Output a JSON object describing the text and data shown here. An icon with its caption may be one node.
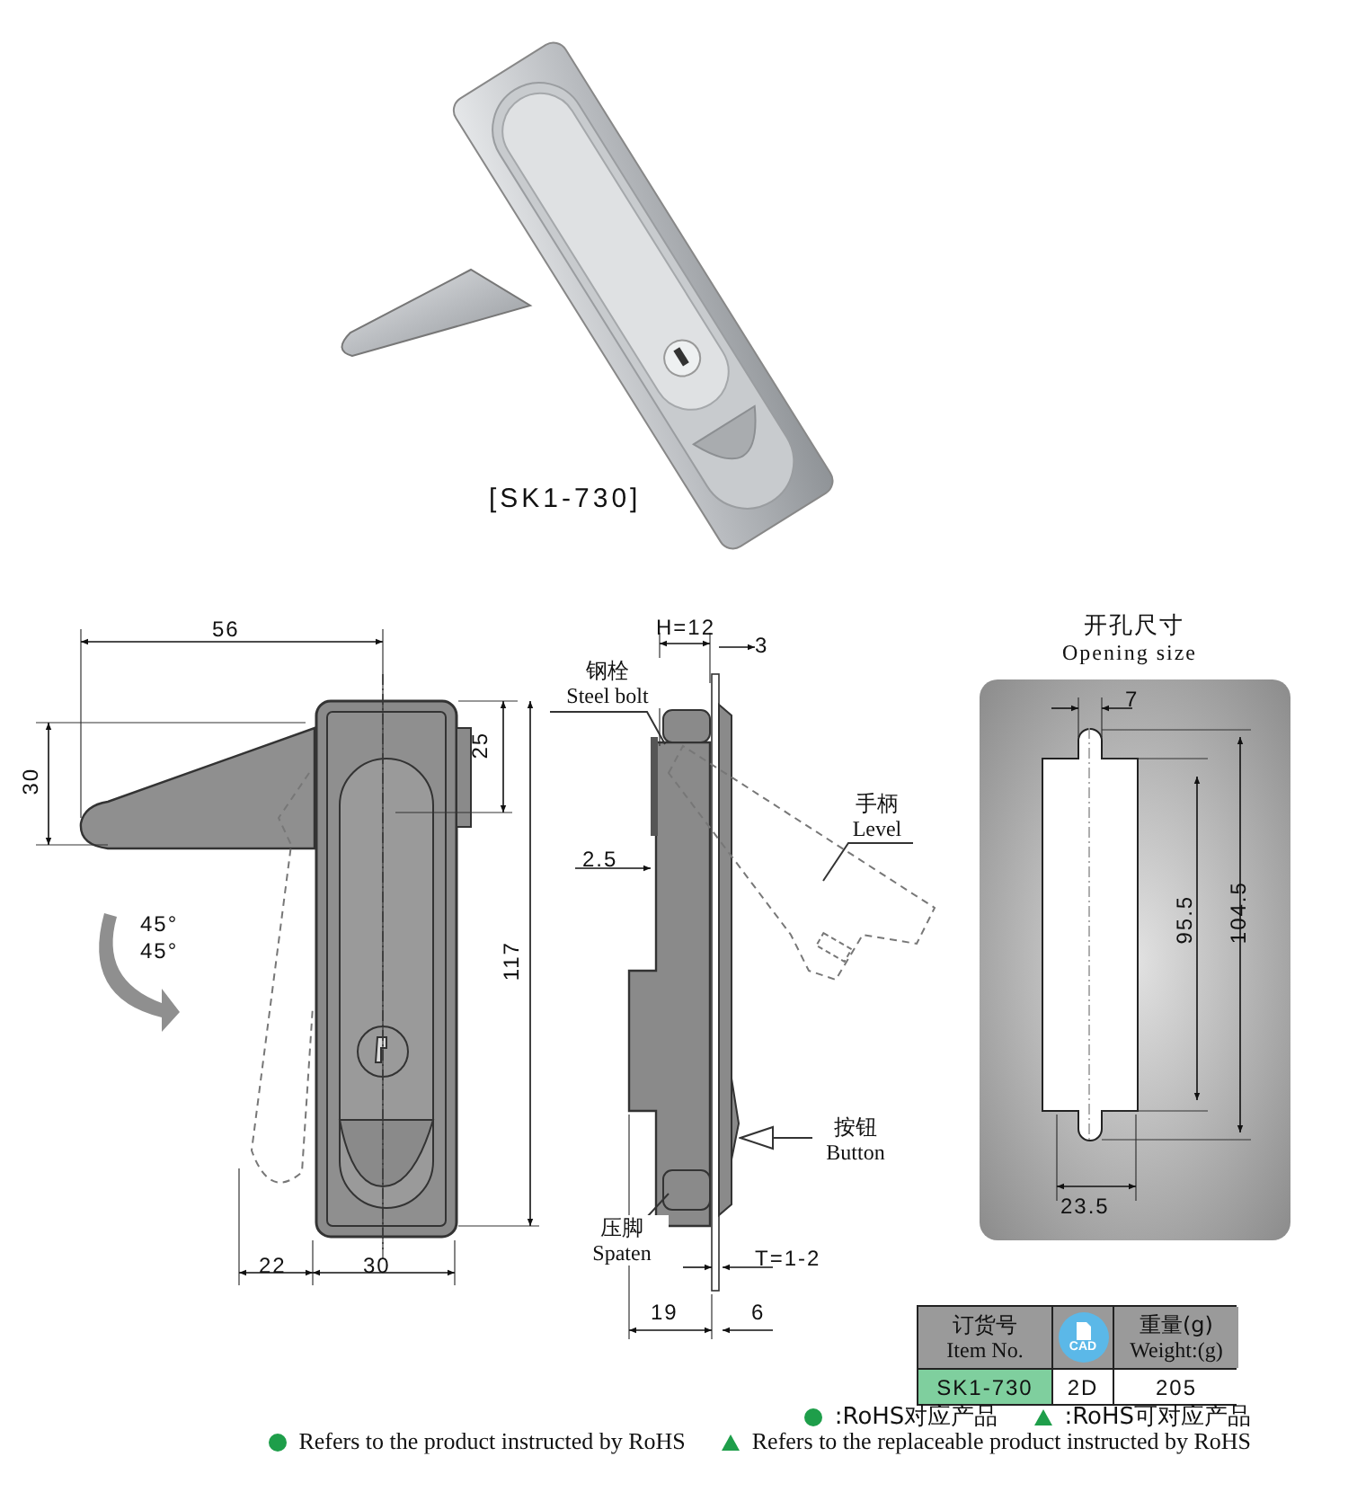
{
  "diagram": {
    "nodes": [
      {
        "text": [
          "钢栓",
          "Steel bolt"
        ]
      },
      {
        "text": [
          "手柄",
          "Level"
        ]
      },
      {
        "text": [
          "按钮",
          "Button"
        ]
      },
      {
        "text": [
          "压脚",
          "Spaten"
        ]
      }
    ],
    "edges": [
      {
        "from": 0,
        "to": null,
        "arrow": "none"
      },
      {
        "from": 1,
        "to": null,
        "arrow": "none"
      },
      {
        "from": 2,
        "to": null,
        "arrow": "to"
      },
      {
        "from": 3,
        "to": null,
        "arrow": "none"
      }
    ],
    "labels": [
      "[SK1-730]",
      "56",
      "30",
      "25",
      "45°",
      "45°",
      "117",
      "22",
      "30",
      "H=12",
      "3",
      "2.5",
      "T=1-2",
      "19",
      "6",
      "开孔尺寸",
      "Opening size",
      "7",
      "95.5",
      "104.5",
      "23.5",
      "订货号",
      "Item No.",
      "CAD",
      "重量(g)",
      "Weight:(g)",
      "SK1-730",
      "2D",
      "205"
    ],
    "legend": [
      {
        "text": ":RoHS对应产品",
        "color": "#1e9e4a"
      },
      {
        "text": ":RoHS可对应产品",
        "color": "#1e9e4a"
      },
      {
        "text": "Refers to the product instructed by RoHS",
        "color": "#1e9e4a"
      },
      {
        "text": "Refers to the replaceable product instructed by RoHS",
        "color": "#1e9e4a"
      }
    ]
  }
}
